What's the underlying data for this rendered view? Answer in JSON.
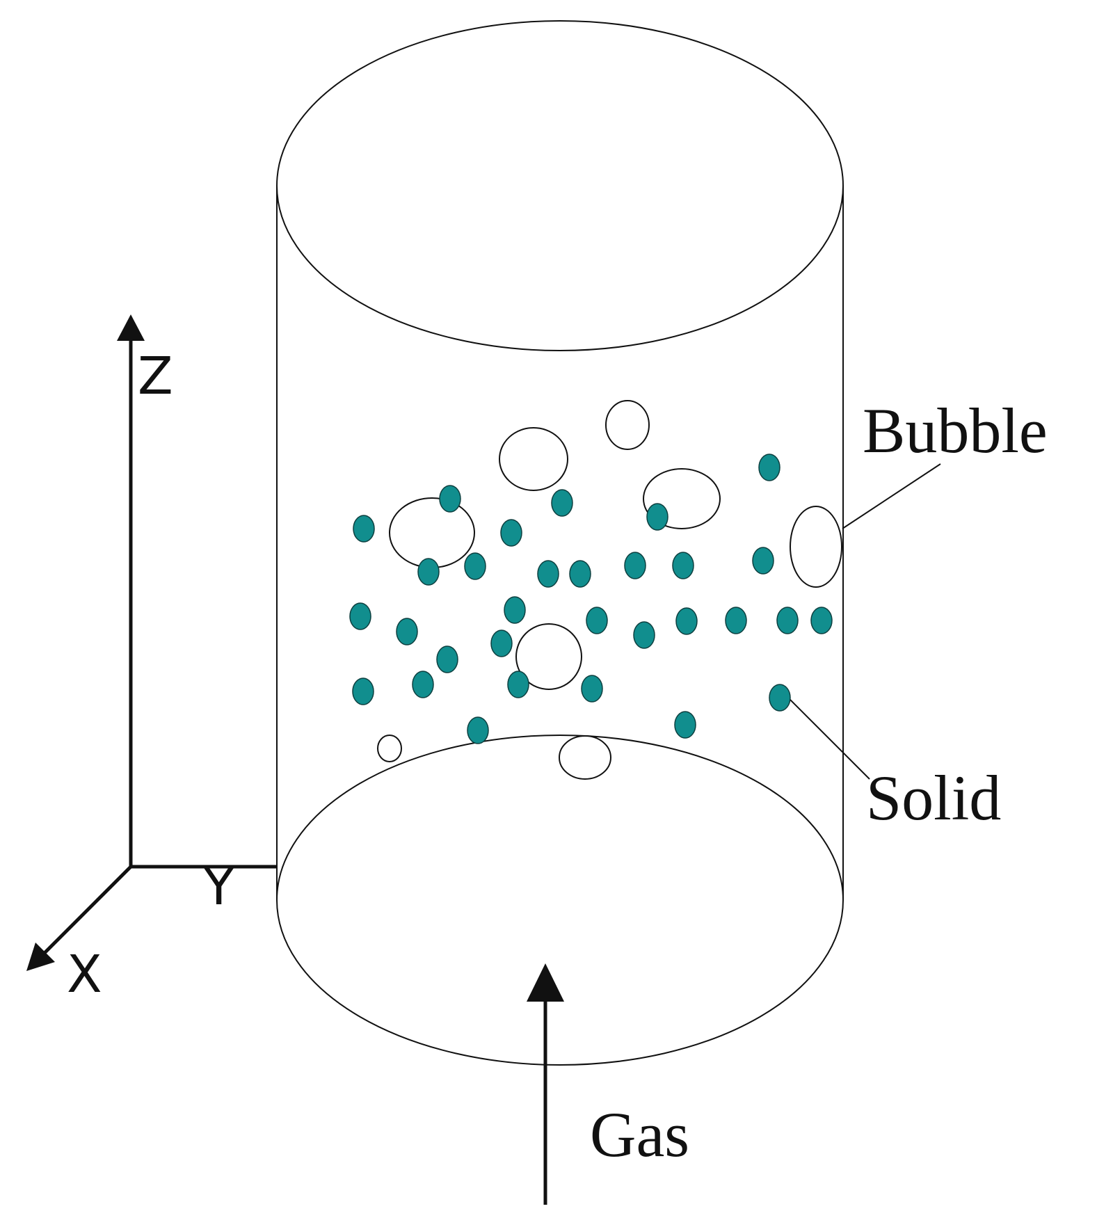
{
  "axes": {
    "z": "Z",
    "y": "Y",
    "x": "X"
  },
  "labels": {
    "bubble": "Bubble",
    "solid": "Solid",
    "gas": "Gas"
  },
  "colors": {
    "solid_fill": "#118e8e",
    "line": "#111111",
    "background": "#ffffff"
  }
}
